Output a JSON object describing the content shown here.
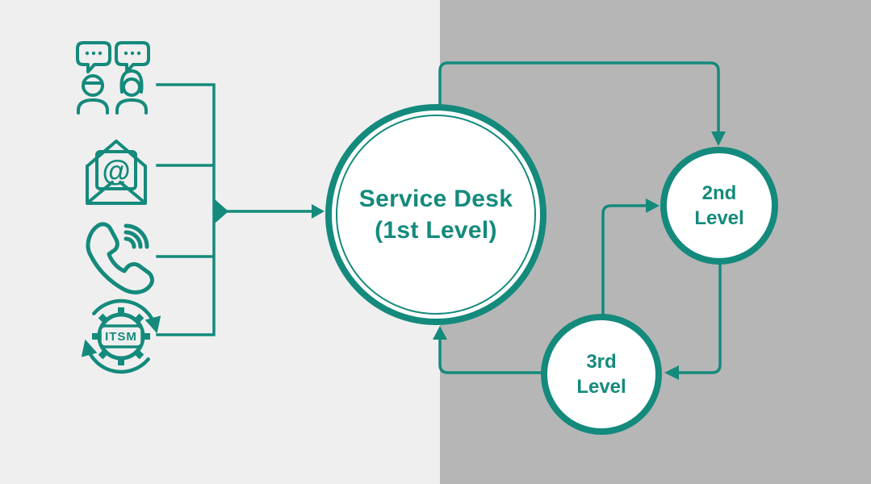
{
  "palette": {
    "teal": "#148A7C",
    "bg_left": "#EFEFEF",
    "bg_right": "#B6B6B6",
    "node_fill": "#FFFFFF"
  },
  "channels": [
    {
      "name": "chat",
      "icon": "chat-users-icon"
    },
    {
      "name": "email",
      "icon": "email-icon",
      "symbol": "@"
    },
    {
      "name": "phone",
      "icon": "phone-icon"
    },
    {
      "name": "itsm",
      "icon": "itsm-icon",
      "label": "ITSM"
    }
  ],
  "nodes": {
    "service_desk": {
      "line1": "Service Desk",
      "line2": "(1st Level)"
    },
    "second_level": {
      "line1": "2nd",
      "line2": "Level"
    },
    "third_level": {
      "line1": "3rd",
      "line2": "Level"
    }
  },
  "flows": [
    {
      "from": "channels",
      "to": "service_desk"
    },
    {
      "from": "service_desk",
      "to": "second_level"
    },
    {
      "from": "second_level",
      "to": "third_level"
    },
    {
      "from": "third_level",
      "to": "second_level"
    },
    {
      "from": "third_level",
      "to": "service_desk"
    }
  ]
}
